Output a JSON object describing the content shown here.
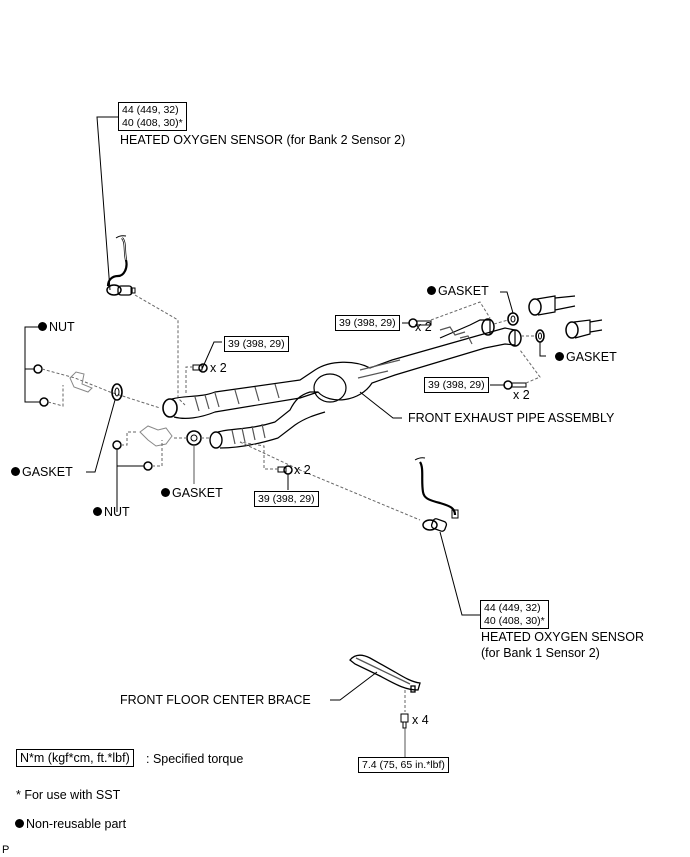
{
  "diagram": {
    "title": "Front Exhaust Pipe Assembly - Components",
    "torque": {
      "sensor_bank2": {
        "line1": "44 (449, 32)",
        "line2": "40 (408, 30)*"
      },
      "sensor_bank1": {
        "line1": "44 (449, 32)",
        "line2": "40 (408, 30)*"
      },
      "bolt_upper_left": "39 (398, 29)",
      "bolt_lower_left": "39 (398, 29)",
      "bolt_rear_upper": "39 (398, 29)",
      "bolt_rear_lower": "39 (398, 29)",
      "brace_bolt": "7.4 (75, 65 in.*lbf)"
    },
    "labels": {
      "sensor_bank2": "HEATED OXYGEN SENSOR (for Bank 2 Sensor 2)",
      "sensor_bank1_line1": "HEATED OXYGEN SENSOR",
      "sensor_bank1_line2": "(for Bank 1 Sensor 2)",
      "front_exhaust_pipe": "FRONT EXHAUST PIPE ASSEMBLY",
      "front_floor_brace": "FRONT FLOOR CENTER BRACE",
      "nut_upper": "NUT",
      "nut_lower": "NUT",
      "gasket_left": "GASKET",
      "gasket_mid": "GASKET",
      "gasket_rear_upper": "GASKET",
      "gasket_rear_lower": "GASKET"
    },
    "quantities": {
      "bolt_upper_left": "x 2",
      "bolt_lower_left": "x 2",
      "bolt_rear_upper": "x 2",
      "bolt_rear_lower": "x 2",
      "brace_bolt": "x 4"
    },
    "legend": {
      "torque_unit": "N*m (kgf*cm, ft.*lbf)",
      "torque_desc": ": Specified torque",
      "sst_note": "* For use with SST",
      "non_reusable": "Non-reusable part"
    },
    "corner_mark": "P"
  }
}
